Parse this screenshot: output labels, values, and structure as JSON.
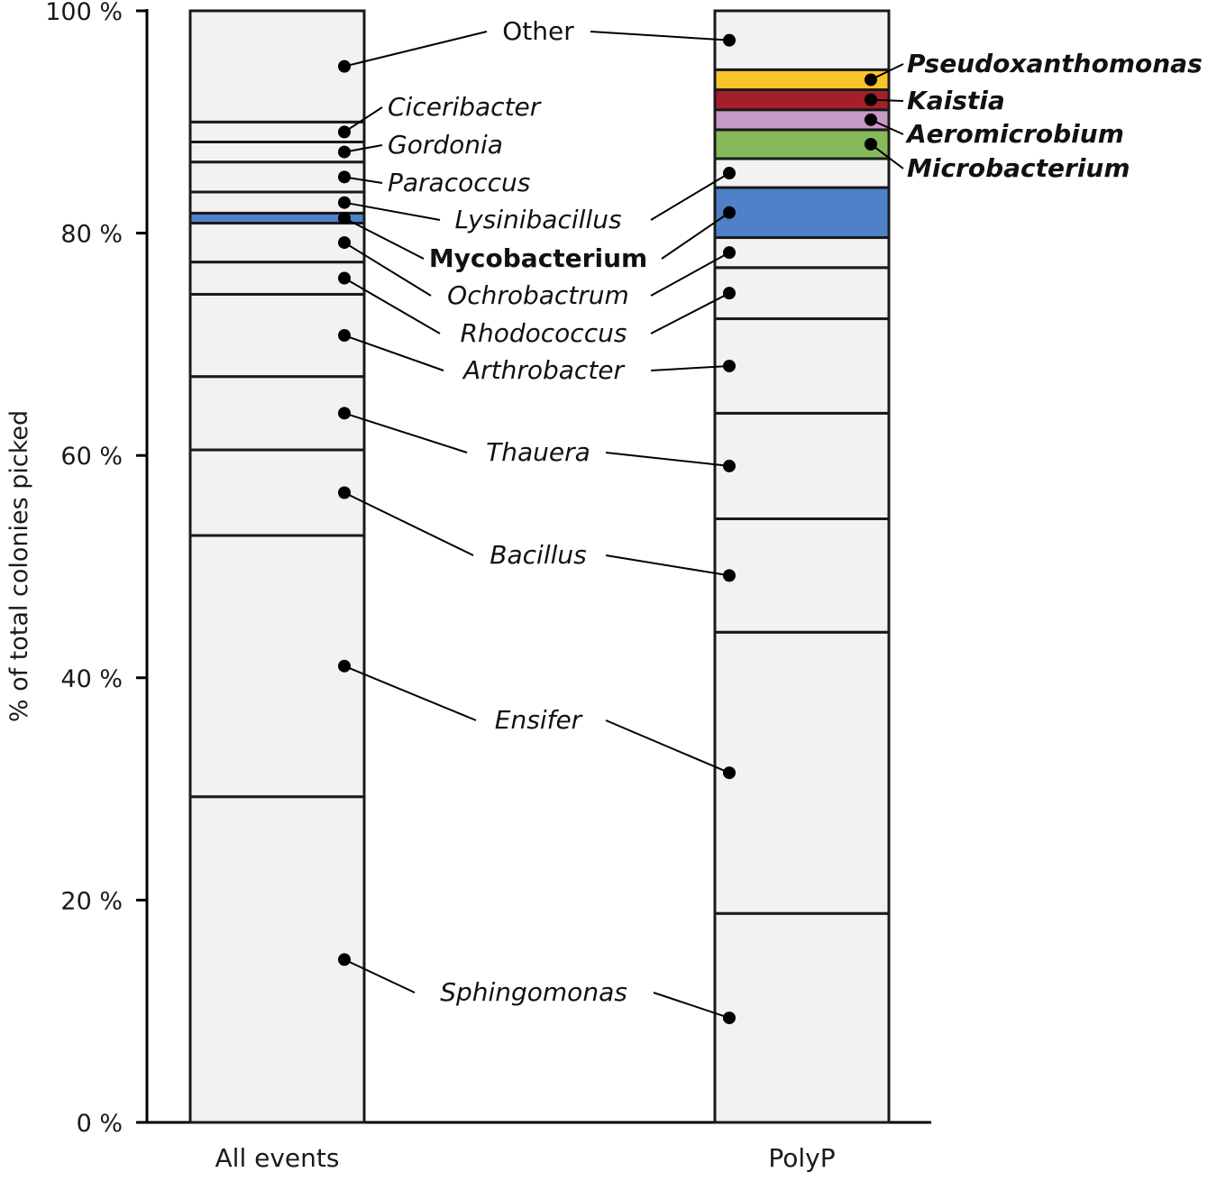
{
  "chart_data": {
    "type": "bar",
    "stacked": true,
    "normalized": true,
    "ylabel": "% of total colonies picked",
    "ylim": [
      0,
      100
    ],
    "yticks": [
      "0 %",
      "20 %",
      "40 %",
      "60 %",
      "80 %",
      "100 %"
    ],
    "categories": [
      "All events",
      "PolyP"
    ],
    "series": [
      {
        "name": "Sphingomonas",
        "values": [
          29.3,
          18.8
        ],
        "style": "italic",
        "color": "#f2f2f2"
      },
      {
        "name": "Ensifer",
        "values": [
          23.5,
          25.3
        ],
        "style": "italic",
        "color": "#f2f2f2"
      },
      {
        "name": "Bacillus",
        "values": [
          7.7,
          10.2
        ],
        "style": "italic",
        "color": "#f2f2f2"
      },
      {
        "name": "Thauera",
        "values": [
          6.6,
          9.5
        ],
        "style": "italic",
        "color": "#f2f2f2"
      },
      {
        "name": "Arthrobacter",
        "values": [
          7.4,
          8.5
        ],
        "style": "italic",
        "color": "#f2f2f2"
      },
      {
        "name": "Rhodococcus",
        "values": [
          2.9,
          4.6
        ],
        "style": "italic",
        "color": "#f2f2f2"
      },
      {
        "name": "Ochrobactrum",
        "values": [
          3.5,
          2.7
        ],
        "style": "italic",
        "color": "#f2f2f2"
      },
      {
        "name": "Mycobacterium",
        "values": [
          0.9,
          4.5
        ],
        "style": "bold",
        "color": "#4f81c8"
      },
      {
        "name": "Lysinibacillus",
        "values": [
          1.9,
          2.6
        ],
        "style": "italic",
        "color": "#f2f2f2"
      },
      {
        "name": "Paracoccus",
        "values": [
          2.7,
          0.0
        ],
        "style": "italic",
        "color": "#f2f2f2"
      },
      {
        "name": "Gordonia",
        "values": [
          1.8,
          0.0
        ],
        "style": "italic",
        "color": "#f2f2f2"
      },
      {
        "name": "Ciceribacter",
        "values": [
          1.8,
          0.0
        ],
        "style": "italic",
        "color": "#f2f2f2"
      },
      {
        "name": "Microbacterium",
        "values": [
          0.0,
          2.6
        ],
        "style": "bold-italic",
        "color": "#86b95a"
      },
      {
        "name": "Aeromicrobium",
        "values": [
          0.0,
          1.8
        ],
        "style": "bold-italic",
        "color": "#c89ac8"
      },
      {
        "name": "Kaistia",
        "values": [
          0.0,
          1.8
        ],
        "style": "bold-italic",
        "color": "#a3202a"
      },
      {
        "name": "Pseudoxanthomonas",
        "values": [
          0.0,
          1.8
        ],
        "style": "bold-italic",
        "color": "#f7c42c"
      },
      {
        "name": "Other",
        "values": [
          10.0,
          5.3
        ],
        "style": "normal",
        "color": "#f2f2f2"
      }
    ]
  }
}
